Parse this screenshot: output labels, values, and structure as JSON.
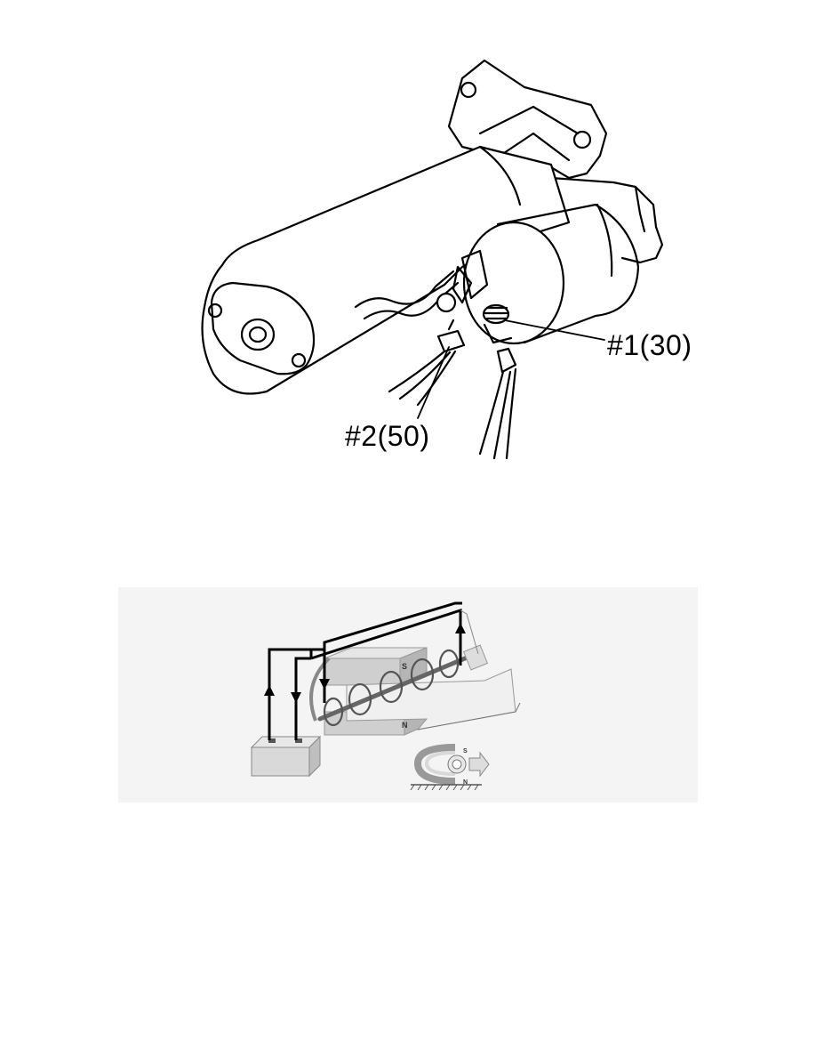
{
  "figure_top": {
    "callouts": {
      "terminal_1": "#1(30)",
      "terminal_2": "#2(50)"
    }
  },
  "figure_bottom": {
    "pole_labels": {
      "south": "S",
      "north": "N"
    },
    "colors": {
      "panel_background": "#f4f4f4",
      "battery": "#d9d9d9",
      "magnet": "#cfcfcf",
      "wire": "#000000"
    }
  }
}
